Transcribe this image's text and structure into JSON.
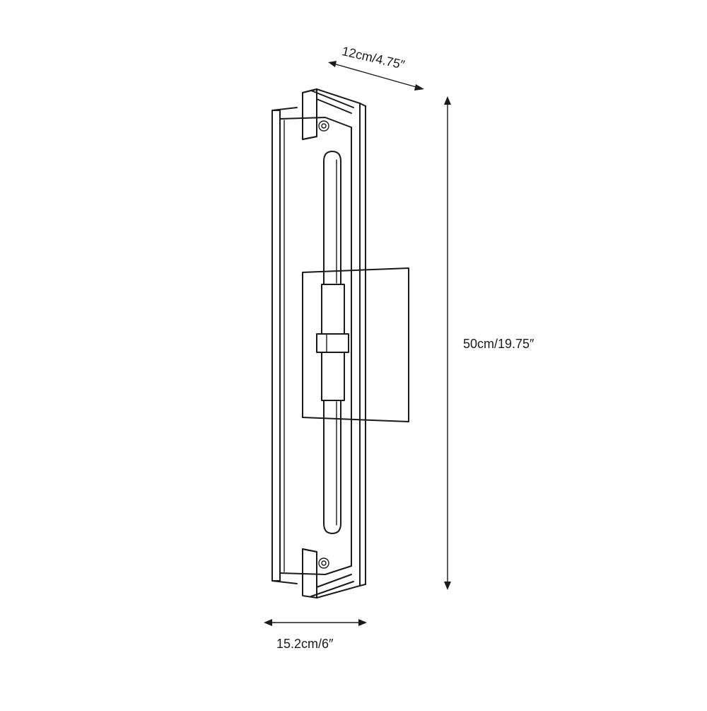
{
  "dimensions": {
    "depth": "12cm/4.75″",
    "height": "50cm/19.75″",
    "width": "15.2cm/6″"
  }
}
